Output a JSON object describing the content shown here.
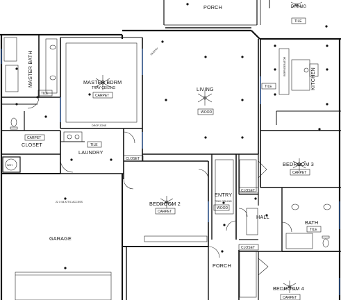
{
  "rooms": {
    "porch_top": "PORCH",
    "dining": "DINING",
    "master_bath": "MASTER BATH",
    "master_bdrm": "MASTER BDRM",
    "master_ceiling": "TRAY CEILING",
    "living": "LIVING",
    "kitchen": "KITCHEN",
    "closet_left": "CLOSET",
    "laundry": "LAUNDRY",
    "bedroom2": "BEDROOM 2",
    "entry": "ENTRY",
    "entry_ceiling": "TRAY CEILING",
    "bedroom3": "BEDROOM 3",
    "hall": "HALL",
    "bath": "BATH",
    "garage": "GARAGE",
    "garage_access": "22 X 54 ATTIC ACCESS",
    "porch_bottom": "PORCH",
    "bedroom4": "BEDROOM 4",
    "pantry": "PANTRY",
    "drop_zone": "DROP ZONE",
    "wh": "W/H",
    "refrigerator": "REFRIGERATOR"
  },
  "flooring": {
    "tile": "TILE",
    "carpet": "CARPET",
    "wood": "WOOD",
    "closet": "CLOSET"
  },
  "colors": {
    "wall": "#111111",
    "glass": "#3a72c8",
    "background": "#ffffff"
  },
  "icons": [
    "ceiling-fan-icon",
    "light-fixture-icon",
    "toilet-icon",
    "sink-icon",
    "door-swing-icon"
  ]
}
